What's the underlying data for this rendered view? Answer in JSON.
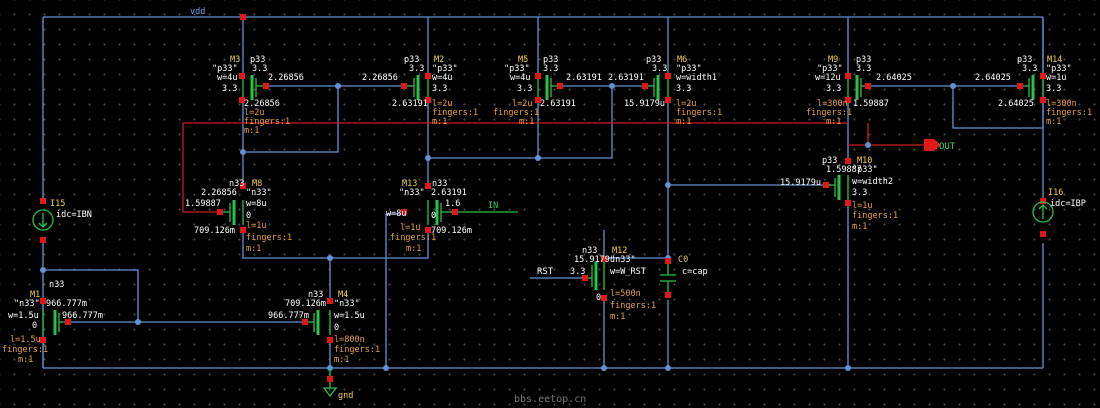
{
  "nets": {
    "vdd": "vdd",
    "gnd": "gnd",
    "out": "OUT",
    "in": "IN",
    "rst": "RST"
  },
  "watermark": "bbs.eetop.cn",
  "colors": {
    "wire": "#5f93d6",
    "device": "#27c24a",
    "pin": "#e11818",
    "label": "#f0d24a",
    "param": "#e8a040"
  },
  "devices": [
    {
      "id": "M3",
      "lines": [
        "M3",
        "p33",
        "\"p33\"",
        "3.3",
        "w=4u",
        "3.3",
        "l=2u",
        "fingers:1",
        "m:1"
      ],
      "nodes": [
        "2.26856",
        "2.26856"
      ]
    },
    {
      "id": "M2",
      "lines": [
        "M2",
        "p33",
        "\"p33\"",
        "3.3",
        "w=4u",
        "3.3",
        "l=2u",
        "fingers:1",
        "m:1"
      ],
      "nodes": [
        "2.26856",
        "2.63191"
      ]
    },
    {
      "id": "M5",
      "lines": [
        "M5",
        "p33",
        "\"p33\"",
        "3.3",
        "w=4u",
        "3.3",
        "l=2u",
        "fingers:1",
        "m:1"
      ],
      "nodes": [
        "2.63191",
        "2.63191"
      ]
    },
    {
      "id": "M6",
      "lines": [
        "M6",
        "p33",
        "\"p33\"",
        "3.3",
        "w=width1",
        "3.3",
        "l=2u",
        "fingers:1",
        "m:1"
      ],
      "nodes": [
        "2.63191",
        "15.9179u"
      ]
    },
    {
      "id": "M9",
      "lines": [
        "M9",
        "p33",
        "\"p33\"",
        "3.3",
        "w=12u",
        "3.3",
        "l=300n",
        "fingers:1",
        "m:1"
      ],
      "nodes": [
        "2.64025",
        "1.59887"
      ]
    },
    {
      "id": "M14",
      "lines": [
        "M14",
        "p33",
        "\"p33\"",
        "3.3",
        "w=1u",
        "3.3",
        "l=300n",
        "fingers:1",
        "m:1"
      ],
      "nodes": [
        "2.64025",
        "2.64025"
      ]
    },
    {
      "id": "M8",
      "lines": [
        "M8",
        "n33",
        "\"n33\"",
        "w=8u",
        "0",
        "l=1u",
        "fingers:1",
        "m:1"
      ],
      "nodes": [
        "2.26856",
        "1.59887",
        "709.126m"
      ]
    },
    {
      "id": "M13",
      "lines": [
        "M13",
        "n33",
        "\"n33\"",
        "w=8u",
        "0",
        "l=1u",
        "fingers:1",
        "m:1"
      ],
      "nodes": [
        "2.63191",
        "1.6",
        "709.126m"
      ]
    },
    {
      "id": "M10",
      "lines": [
        "M10",
        "p33",
        "\"p33\"",
        "w=width2",
        "3.3",
        "l=1u",
        "fingers:1",
        "m:1"
      ],
      "nodes": [
        "1.59887",
        "15.9179u"
      ]
    },
    {
      "id": "M12",
      "lines": [
        "M12",
        "n33",
        "\"n33\"",
        "w=W_RST",
        "0",
        "l=500n",
        "fingers:1",
        "m:1"
      ],
      "nodes": [
        "15.9179u",
        "3.3"
      ]
    },
    {
      "id": "M1",
      "lines": [
        "M1",
        "n33",
        "\"n33\"",
        "w=1.5u",
        "0",
        "l=1.5u",
        "fingers:1",
        "m:1"
      ],
      "nodes": [
        "966.777m",
        "966.777m"
      ]
    },
    {
      "id": "M4",
      "lines": [
        "M4",
        "n33",
        "\"n33\"",
        "w=1.5u",
        "0",
        "l=800n",
        "fingers:1",
        "m:1"
      ],
      "nodes": [
        "709.126m",
        "966.777m"
      ]
    },
    {
      "id": "I15",
      "lines": [
        "I15",
        "idc=IBN"
      ]
    },
    {
      "id": "I16",
      "lines": [
        "I16",
        "idc=IBP"
      ]
    },
    {
      "id": "C0",
      "lines": [
        "C0",
        "c=cap"
      ]
    }
  ]
}
